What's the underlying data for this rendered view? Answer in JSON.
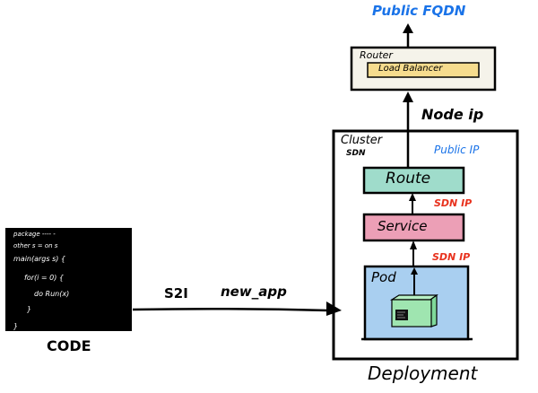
{
  "diagram": {
    "top_label": "Public FQDN",
    "router": {
      "title": "Router",
      "inner": "Load Balancer"
    },
    "node_ip_label": "Node ip",
    "cluster": {
      "title_line1": "Cluster",
      "title_line2": "SDN"
    },
    "public_ip_label": "Public IP",
    "route_label": "Route",
    "sdn_ip_label_1": "SDN IP",
    "service_label": "Service",
    "sdn_ip_label_2": "SDN IP",
    "pod_label": "Pod",
    "deployment_label": "Deployment",
    "code_label": "CODE",
    "code_lines": [
      "package ---- -",
      "other s = on s",
      "main(args s) {",
      "for(i = 0) {",
      "do Run(x)",
      "}",
      "}"
    ],
    "s2i_label": "S2I",
    "new_app_label": "new_app",
    "colors": {
      "blue_text": "#1a73e8",
      "red_text": "#e8321e",
      "router_fill": "#f5f3ea",
      "load_balancer_fill": "#f6dc8e",
      "route_fill": "#9fdccb",
      "service_fill": "#ec9fb6",
      "pod_fill": "#a9cff0",
      "container_fill": "#9fe5b0"
    }
  }
}
